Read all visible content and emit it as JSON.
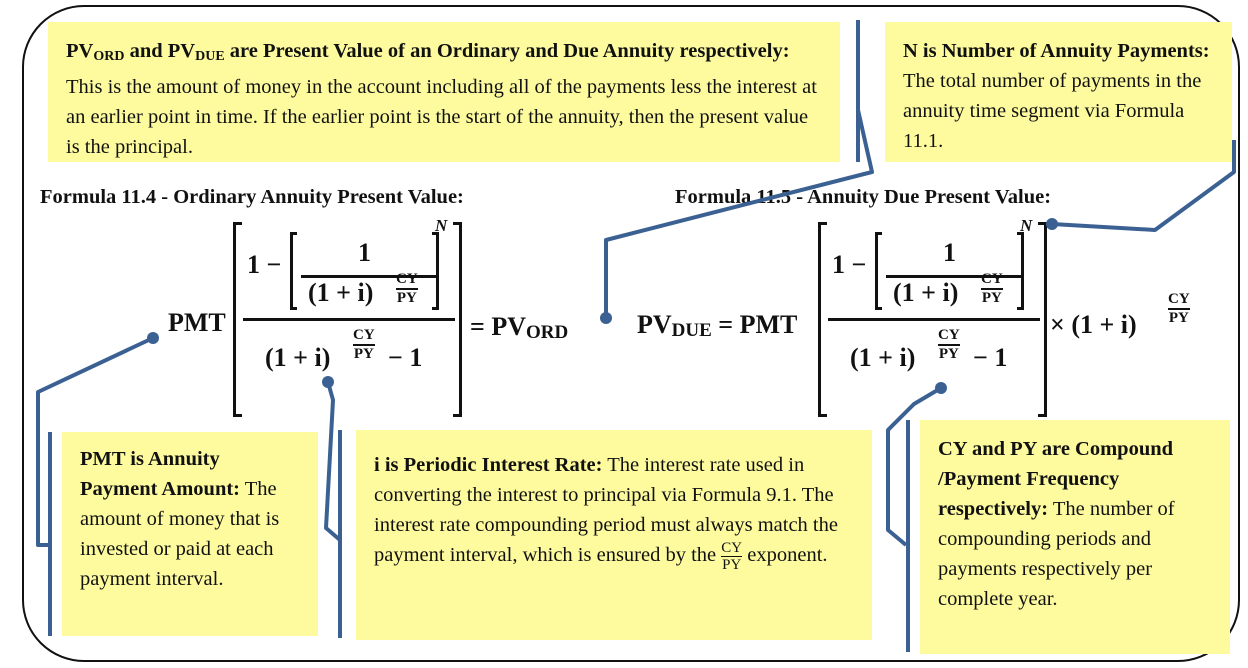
{
  "pv_box": {
    "bold1": "PV",
    "sub1": "ORD",
    "bold2": " and PV",
    "sub2": "DUE",
    "bold3": " are Present Value of an Ordinary and Due Annuity respectively:",
    "text": " This is the amount of money in the account including all of the payments less the interest at an earlier point in time. If the earlier point is the start of the annuity, then the present value is the principal."
  },
  "n_box": {
    "bold": "N is Number of Annuity Payments:",
    "text": " The total number of payments in the annuity time segment via Formula 11.1."
  },
  "pmt_box": {
    "bold": "PMT is Annuity Payment Amount:",
    "text": " The amount of money that is invested or paid at each payment interval."
  },
  "i_box": {
    "bold": "i is Periodic Interest Rate:",
    "text": " The interest rate used in converting the interest to principal via Formula 9.1. The interest rate compounding period must always match the payment interval, which is ensured by the ",
    "frac_num": "CY",
    "frac_den": "PY",
    "text2": " exponent."
  },
  "cy_box": {
    "bold": "CY and PY are Compound /Payment Frequency respectively:",
    "text": " The number of compounding periods and payments respectively per complete year."
  },
  "formula_ord": {
    "title": "Formula 11.4 - Ordinary Annuity Present Value:",
    "pmt": "PMT",
    "equals": "= PV",
    "sub": "ORD"
  },
  "formula_due": {
    "title": "Formula 11.5 - Annuity Due Present Value:",
    "lhs": "PV",
    "sub": "DUE",
    "equals": " = PMT",
    "times": "× (1 + i)"
  },
  "math": {
    "one_minus": "1 −",
    "one": "1",
    "base": "(1 + i)",
    "minus_one": "− 1",
    "n": "N",
    "cy": "CY",
    "py": "PY"
  },
  "colors": {
    "highlight": "#fdfb9e",
    "connector": "#3b6193"
  }
}
